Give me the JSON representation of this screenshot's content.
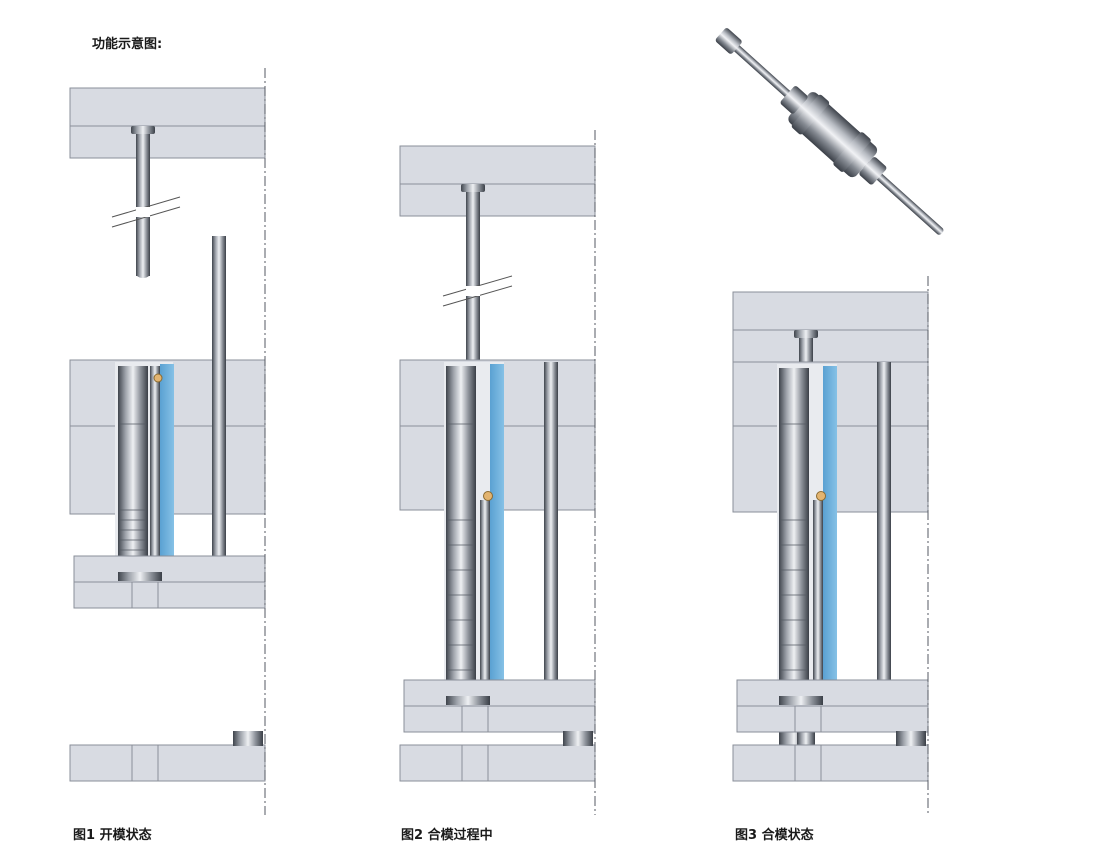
{
  "title": "功能示意图:",
  "figures": [
    {
      "caption": "图1 开模状态"
    },
    {
      "caption": "图2 合模过程中"
    },
    {
      "caption": "图3 合模状态"
    }
  ],
  "colors": {
    "plate": "#d8dbe2",
    "plate_line": "#8a8f99",
    "sleeve_blue": "#6fb0dc",
    "steel_dark": "#4a4f58",
    "steel_light": "#c9ccd2",
    "centerline": "#555a63"
  },
  "icons": [
    "latch-lock-pin-product-photo"
  ]
}
